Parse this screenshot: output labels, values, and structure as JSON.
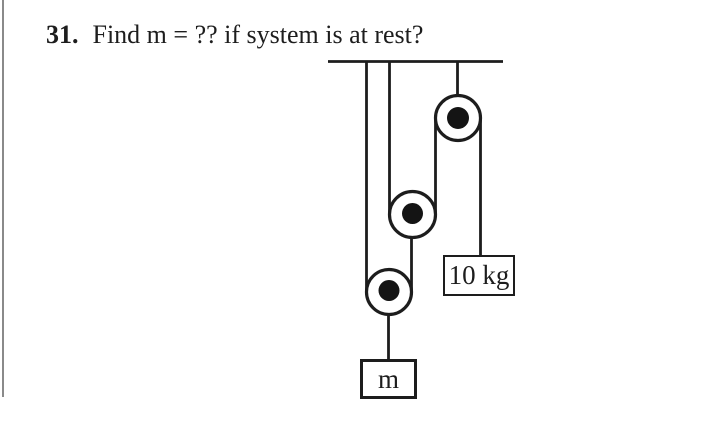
{
  "problem": {
    "number": "31.",
    "question": "Find m = ?? if system is at rest?"
  },
  "diagram": {
    "weight_label": "10 kg",
    "mass_label": "m",
    "ink_color": "#1d1d1d",
    "edge_line_color": "#8a8a8a",
    "background_color": "#ffffff"
  }
}
